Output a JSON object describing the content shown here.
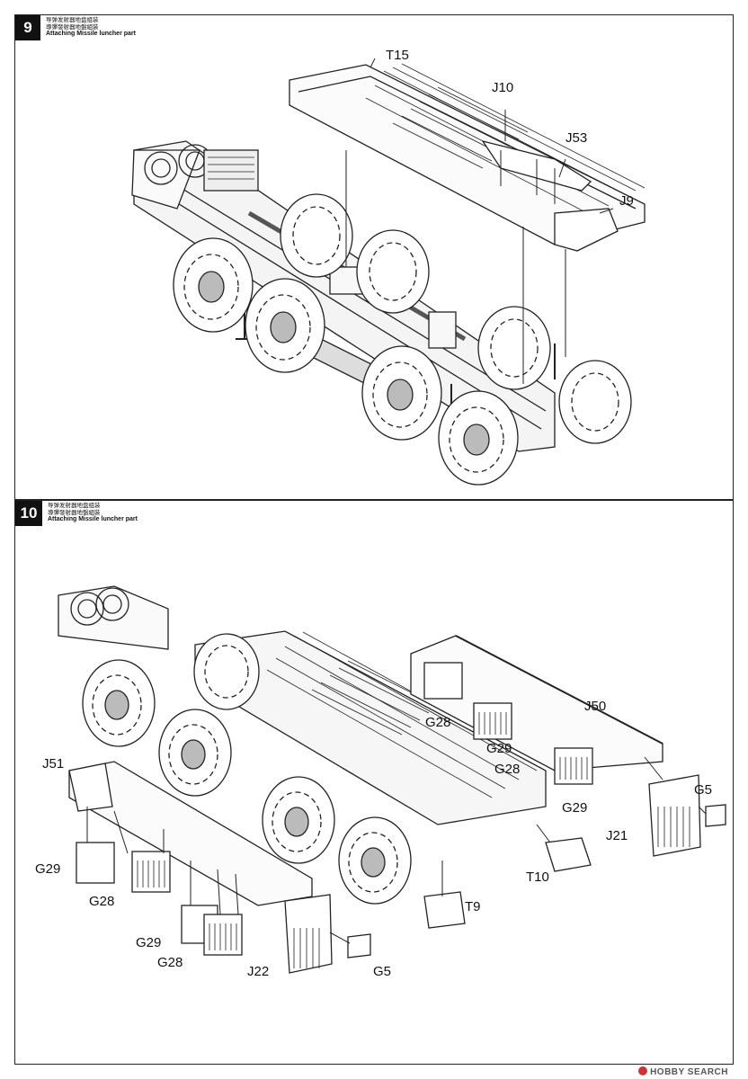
{
  "steps": [
    {
      "number": "9",
      "heading_cn1": "导弹发射器地盘组装",
      "heading_cn2": "導彈發射器地盤組裝",
      "heading_en": "Attaching Missile luncher part",
      "labels": {
        "t15": "T15",
        "j10": "J10",
        "j53": "J53",
        "j9": "J9"
      }
    },
    {
      "number": "10",
      "heading_cn1": "导弹发射器地盘组装",
      "heading_cn2": "導彈發射器地盤組裝",
      "heading_en": "Attaching Missile luncher part",
      "labels": {
        "j51": "J51",
        "g28_a": "G28",
        "j50": "J50",
        "g29_a": "G29",
        "g28_b": "G28",
        "g29_b": "G29",
        "g5_a": "G5",
        "j21": "J21",
        "t10": "T10",
        "t9": "T9",
        "g29_c": "G29",
        "g28_c": "G28",
        "g29_d": "G29",
        "g28_d": "G28",
        "j22": "J22",
        "g5_b": "G5"
      }
    }
  ],
  "watermark": "HOBBY SEARCH"
}
